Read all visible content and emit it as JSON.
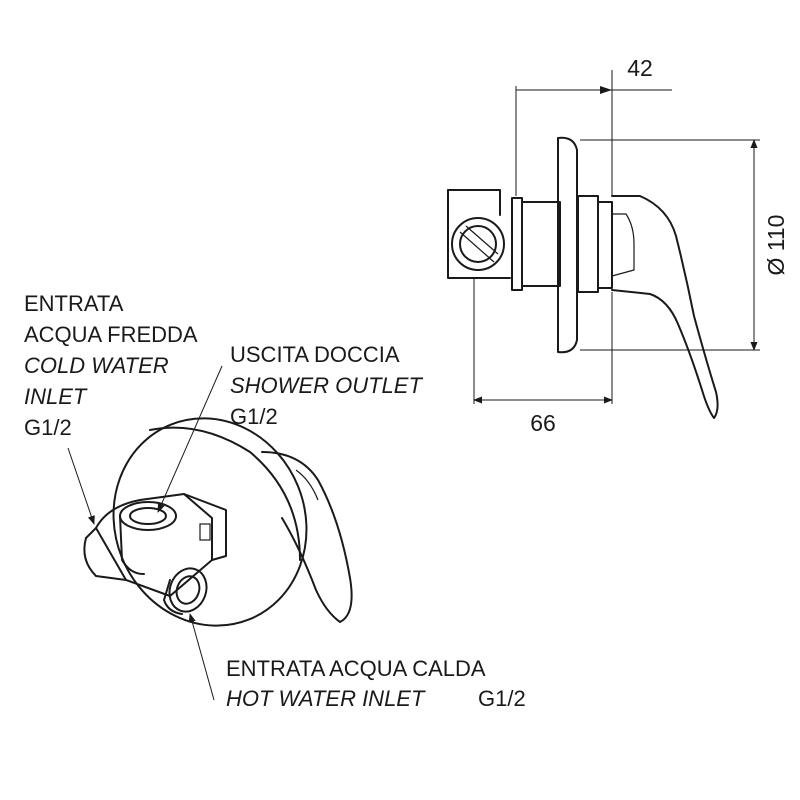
{
  "dimensions": {
    "depth_top": "42",
    "depth_bottom": "66",
    "diameter": "Ø 110"
  },
  "labels": {
    "cold_inlet": {
      "line1": "ENTRATA",
      "line2": "ACQUA FREDDA",
      "line3": "COLD WATER",
      "line4": "INLET",
      "line5": "G1/2"
    },
    "shower_outlet": {
      "line1": "USCITA DOCCIA",
      "line2": "SHOWER OUTLET",
      "line3": "G1/2"
    },
    "hot_inlet": {
      "line1": "ENTRATA ACQUA CALDA",
      "line2": "HOT WATER INLET",
      "line3": "G1/2"
    }
  }
}
